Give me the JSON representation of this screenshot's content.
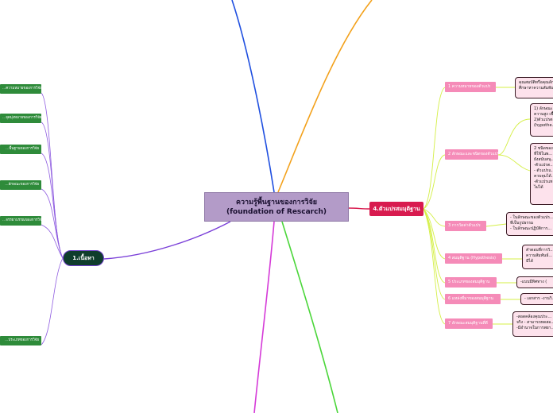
{
  "central": {
    "line1": "ความรู้พื้นฐานของการวิจัย",
    "line2": "(foundation of Rescarch)"
  },
  "main_topics": {
    "content": "1.เนื้อหา",
    "variables": "4.ตัวแปรสมมุติฐาน"
  },
  "content_leaves": [
    "...ความหมายของการวิจัย",
    "...จุดมุ่งหมายของการวิจัย",
    "...พื้นฐานของการวิจัย",
    "...ลักษณะของการวิจัย",
    "...จรรยาบรรณของการวิจัย",
    "...ประเภทของการวิจัย"
  ],
  "variable_subs": [
    "1 ความหมายของตัวแปร",
    "2  ลักษณะและชนิดของตัวแปร",
    "3 การวัดค่าตัวแปร",
    "4 สมมุติฐาน (Hypothesis)",
    "5 ประเภทของสมมุติฐาน",
    "6 แหล่งที่มาของสมมุติฐาน",
    "7 ลักษณะสมมุติฐานที่ดี"
  ],
  "variable_details": [
    [
      "คุณสมบัติหรือคุณลักษณะ...",
      "ศึกษาหาความสัมพันธ์..."
    ],
    [
      "1) ลักษณะ...",
      "ความสูง เชื้อ...",
      "2)ตัวแปรตาม...",
      "(hypothe..."
    ],
    [
      "2 ชนิดของ...",
      "ที่ใช้ในพ...",
      "ยังสนับสนุ...",
      "-ตัวแปรต...",
      "- ตัวแปรแ...",
      "ควบคุมได้...",
      "-ตัวแปรแท...",
      "ไม่ได้"
    ],
    [
      "- ในลักษณะของตัวแปร...",
      "ที่เป็นรูปธรรม",
      "- ในลักษณะปฏิบัติการ..."
    ],
    [
      "คำตอบที่การวิ...",
      "ความสัมพันธ์...",
      "มีได้"
    ],
    [
      "-แบบมีทิศทาง ("
    ],
    [
      "- เอกสาร -งานวิ..."
    ],
    [
      "-สอดคล้องคุณประ...",
      "จริง - สามารถทดสอ...",
      "-มีอำนาจในการพยา..."
    ]
  ],
  "colors": {
    "central_fill": "#b39bc8",
    "content_branch": "#7a3fd8",
    "variable_branch": "#d4ef45",
    "leaf_green": "#2e8b3a",
    "sub_pink": "#f58bb8",
    "branch_blue": "#1f4fe0",
    "branch_orange": "#f3a11b",
    "branch_green": "#4bd63a",
    "branch_magenta": "#d53ad8"
  }
}
